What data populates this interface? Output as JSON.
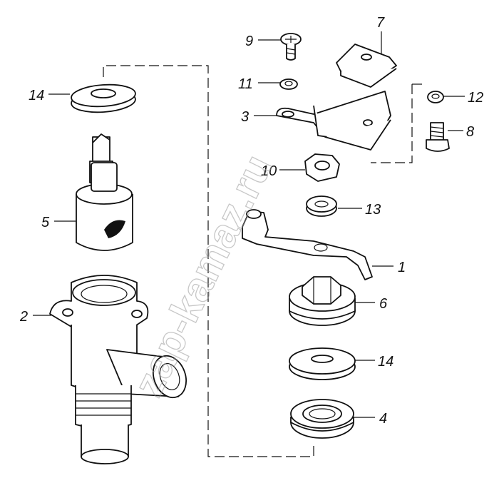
{
  "watermark": "zap-kamaz.ru",
  "callouts": [
    {
      "id": "c14a",
      "label": "14"
    },
    {
      "id": "c5",
      "label": "5"
    },
    {
      "id": "c2",
      "label": "2"
    },
    {
      "id": "c9",
      "label": "9"
    },
    {
      "id": "c7",
      "label": "7"
    },
    {
      "id": "c11",
      "label": "11"
    },
    {
      "id": "c3",
      "label": "3"
    },
    {
      "id": "c12",
      "label": "12"
    },
    {
      "id": "c8",
      "label": "8"
    },
    {
      "id": "c10",
      "label": "10"
    },
    {
      "id": "c13",
      "label": "13"
    },
    {
      "id": "c1",
      "label": "1"
    },
    {
      "id": "c6",
      "label": "6"
    },
    {
      "id": "c14b",
      "label": "14"
    },
    {
      "id": "c4",
      "label": "4"
    }
  ]
}
